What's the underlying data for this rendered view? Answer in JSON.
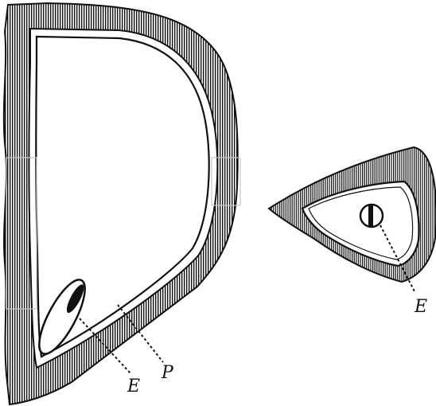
{
  "figure": {
    "labels": {
      "left_embryo": "E",
      "left_pericarp": "P",
      "right_embryo": "E"
    },
    "colors": {
      "ink": "#111111",
      "paper": "#ffffff"
    }
  }
}
